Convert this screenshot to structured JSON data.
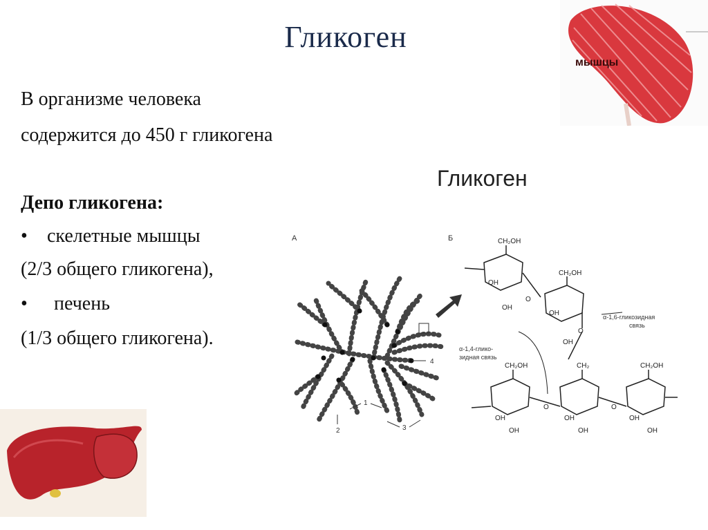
{
  "slide": {
    "title": "Гликоген",
    "intro_line1": "В организме человека",
    "intro_line2": "содержится до 450 г гликогена",
    "depot_heading": "Депо гликогена:",
    "bullet_char": "•",
    "depot_item1": "скелетные мышцы",
    "depot_item1_note": "(2/3 общего гликогена),",
    "depot_item2": "печень",
    "depot_item2_note": "(1/3 общего гликогена)."
  },
  "figure": {
    "title": "Гликоген",
    "panel_a": "А",
    "panel_b": "Б",
    "label_1": "1",
    "label_2": "2",
    "label_3": "3",
    "label_4": "4",
    "bond_16_line1": "α-1,6-гликозидная",
    "bond_16_line2": "связь",
    "bond_14_line1": "α-1,4-глико-",
    "bond_14_line2": "зидная связь",
    "ch2oh": "CH₂OH",
    "ch2": "CH₂",
    "oh": "OH",
    "o": "O"
  },
  "images": {
    "muscle_label": "мышцы"
  },
  "colors": {
    "title": "#1a2a4a",
    "muscle": "#d9383e",
    "liver": "#b8232b"
  }
}
